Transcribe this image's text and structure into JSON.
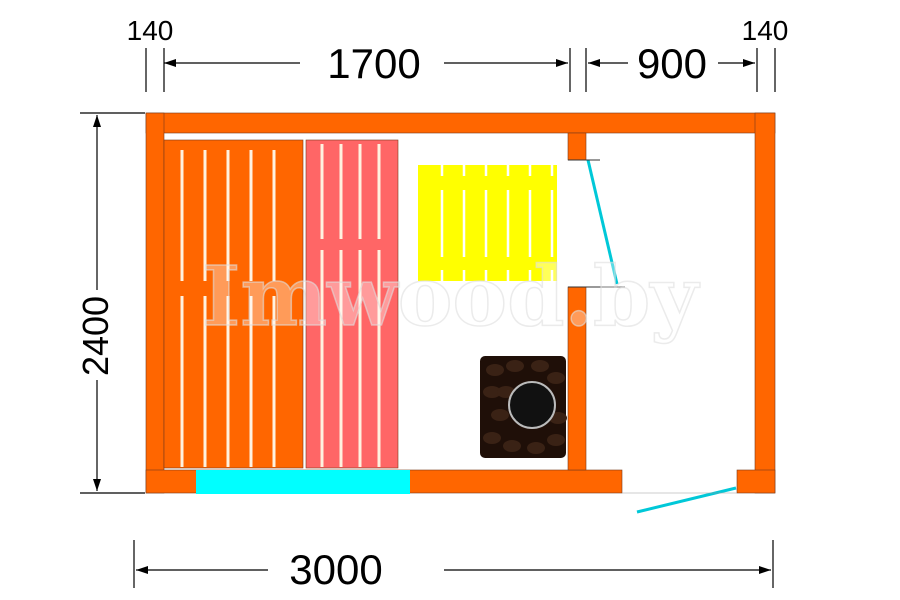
{
  "dimensions": {
    "top_left_wall": "140",
    "steam_room_length": "1700",
    "dressing_room_length": "900",
    "top_right_wall": "140",
    "total_length": "3000",
    "total_width": "2400"
  },
  "watermark": "Imwood.by",
  "colors": {
    "wall": "#ff6600",
    "bench_lower": "#ff6600",
    "bench_upper": "#ff6666",
    "bench_small": "#ffff00",
    "glass": "#00ffff",
    "stove": "#1f0f08"
  }
}
